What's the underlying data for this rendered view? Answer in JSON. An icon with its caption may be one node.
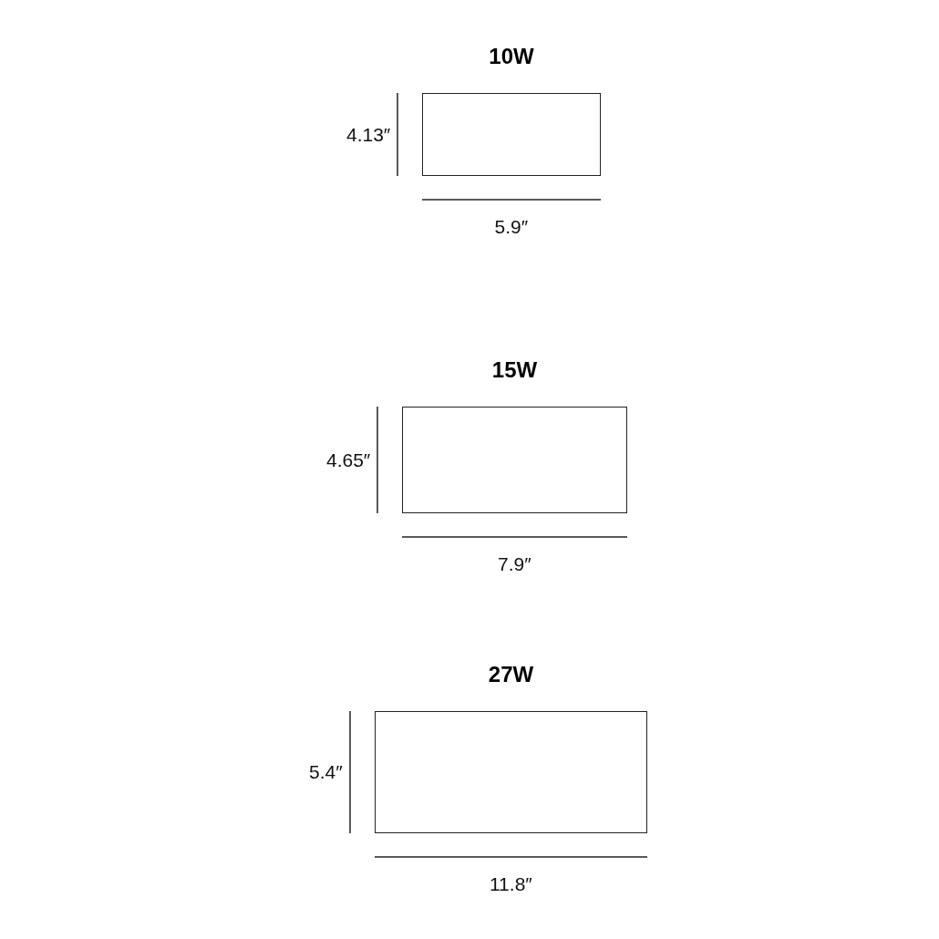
{
  "diagram": {
    "nodes": [
      {
        "text": [
          "10W"
        ]
      },
      {
        "text": [
          "15W"
        ]
      },
      {
        "text": [
          "27W"
        ]
      }
    ],
    "labels": [
      "4.13″",
      "5.9″",
      "4.65″",
      "7.9″",
      "5.4″",
      "11.8″"
    ]
  }
}
